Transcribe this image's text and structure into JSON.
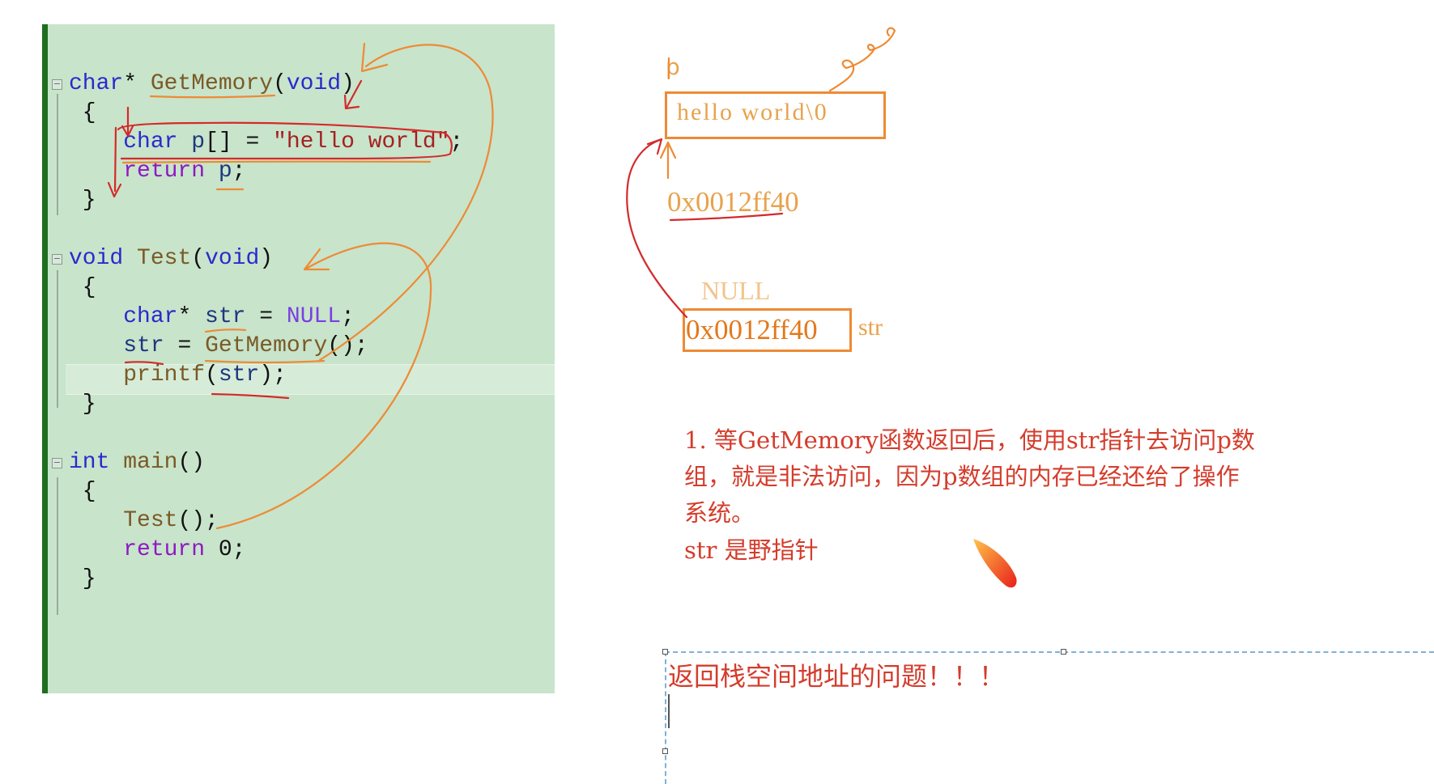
{
  "code": [
    {
      "fold": true,
      "tokens": [
        [
          "kw",
          "char"
        ],
        [
          "pl",
          "* "
        ],
        [
          "fn",
          "GetMemory"
        ],
        [
          "pl",
          "("
        ],
        [
          "kw",
          "void"
        ],
        [
          "pl",
          ")"
        ]
      ]
    },
    {
      "tokens": [
        [
          "pl",
          " {"
        ]
      ]
    },
    {
      "tokens": [
        [
          "pl",
          "    "
        ],
        [
          "kw",
          "char"
        ],
        [
          "pl",
          " "
        ],
        [
          "var",
          "p"
        ],
        [
          "pl",
          "[] = "
        ],
        [
          "str",
          "\"hello world\""
        ],
        [
          "pl",
          ";"
        ]
      ]
    },
    {
      "tokens": [
        [
          "pl",
          "    "
        ],
        [
          "ret",
          "return"
        ],
        [
          "pl",
          " "
        ],
        [
          "var",
          "p"
        ],
        [
          "pl",
          ";"
        ]
      ]
    },
    {
      "tokens": [
        [
          "pl",
          " }"
        ]
      ]
    },
    {
      "tokens": []
    },
    {
      "fold": true,
      "tokens": [
        [
          "kw",
          "void"
        ],
        [
          "pl",
          " "
        ],
        [
          "fn",
          "Test"
        ],
        [
          "pl",
          "("
        ],
        [
          "kw",
          "void"
        ],
        [
          "pl",
          ")"
        ]
      ]
    },
    {
      "tokens": [
        [
          "pl",
          " {"
        ]
      ]
    },
    {
      "tokens": [
        [
          "pl",
          "    "
        ],
        [
          "kw",
          "char"
        ],
        [
          "pl",
          "* "
        ],
        [
          "var",
          "str"
        ],
        [
          "pl",
          " = "
        ],
        [
          "null",
          "NULL"
        ],
        [
          "pl",
          ";"
        ]
      ]
    },
    {
      "tokens": [
        [
          "pl",
          "    "
        ],
        [
          "var",
          "str"
        ],
        [
          "pl",
          " = "
        ],
        [
          "fn",
          "GetMemory"
        ],
        [
          "pl",
          "();"
        ]
      ]
    },
    {
      "tokens": [
        [
          "pl",
          "    "
        ],
        [
          "fn",
          "printf"
        ],
        [
          "pl",
          "("
        ],
        [
          "var",
          "str"
        ],
        [
          "pl",
          ");"
        ]
      ]
    },
    {
      "tokens": [
        [
          "pl",
          " }"
        ]
      ]
    },
    {
      "tokens": []
    },
    {
      "fold": true,
      "tokens": [
        [
          "kw",
          "int"
        ],
        [
          "pl",
          " "
        ],
        [
          "fn",
          "main"
        ],
        [
          "pl",
          "()"
        ]
      ]
    },
    {
      "tokens": [
        [
          "pl",
          " {"
        ]
      ]
    },
    {
      "tokens": [
        [
          "pl",
          "    "
        ],
        [
          "fn",
          "Test"
        ],
        [
          "pl",
          "();"
        ]
      ]
    },
    {
      "tokens": [
        [
          "pl",
          "    "
        ],
        [
          "ret",
          "return"
        ],
        [
          "pl",
          " 0;"
        ]
      ]
    },
    {
      "tokens": [
        [
          "pl",
          " }"
        ]
      ]
    }
  ],
  "diagram": {
    "p_label": "p",
    "array_content": "hello world\\0",
    "address": "0x0012ff40",
    "str_old_value": "NULL",
    "str_new_value": "0x0012ff40",
    "str_label": "str"
  },
  "explanation": {
    "lines": [
      "1. 等GetMemory函数返回后，使用str指针去访问p数",
      "组，就是非法访问，因为p数组的内存已经还给了操作",
      "系统。",
      "str 是野指针"
    ]
  },
  "note": {
    "title": "返回栈空间地址的问题！！！"
  },
  "colors": {
    "editor_bg": "#c8e4cb",
    "annotation_orange": "#ee8a34",
    "annotation_red": "#d42a2a",
    "text_red": "#d43c2c"
  },
  "icons": [
    "fold-collapse-icon",
    "feather-icon"
  ]
}
